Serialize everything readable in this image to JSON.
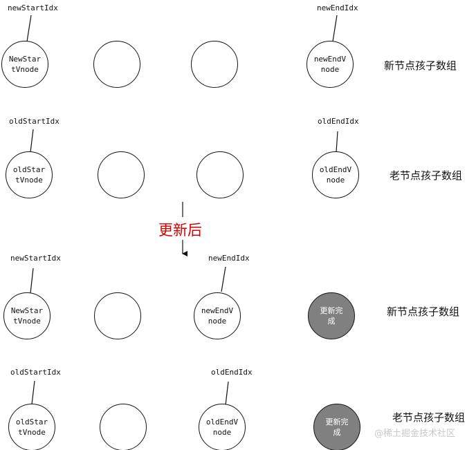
{
  "before": {
    "new_row": {
      "start_idx_label": "newStartIdx",
      "end_idx_label": "newEndIdx",
      "start_node": [
        "NewStar",
        "tVnode"
      ],
      "end_node": [
        "newEndV",
        "node"
      ],
      "row_label": "新节点孩子数组"
    },
    "old_row": {
      "start_idx_label": "oldStartIdx",
      "end_idx_label": "oldEndIdx",
      "start_node": [
        "oldStar",
        "tVnode"
      ],
      "end_node": [
        "oldEndV",
        "node"
      ],
      "row_label": "老节点孩子数组"
    }
  },
  "update_label": "更新后",
  "after": {
    "new_row": {
      "start_idx_label": "newStartIdx",
      "end_idx_label": "newEndIdx",
      "start_node": [
        "NewStar",
        "tVnode"
      ],
      "end_node": [
        "newEndV",
        "node"
      ],
      "done_node": [
        "更新完",
        "成"
      ],
      "row_label": "新节点孩子数组"
    },
    "old_row": {
      "start_idx_label": "oldStartIdx",
      "end_idx_label": "oldEndIdx",
      "start_node": [
        "oldStar",
        "tVnode"
      ],
      "end_node": [
        "oldEndV",
        "node"
      ],
      "done_node": [
        "更新完",
        "成"
      ],
      "row_label": "老节点孩子数组"
    }
  },
  "watermark": "@稀土掘金技术社区",
  "colors": {
    "update_label": "#d40000",
    "done_node_fill": "#808080",
    "stroke": "#111111"
  }
}
